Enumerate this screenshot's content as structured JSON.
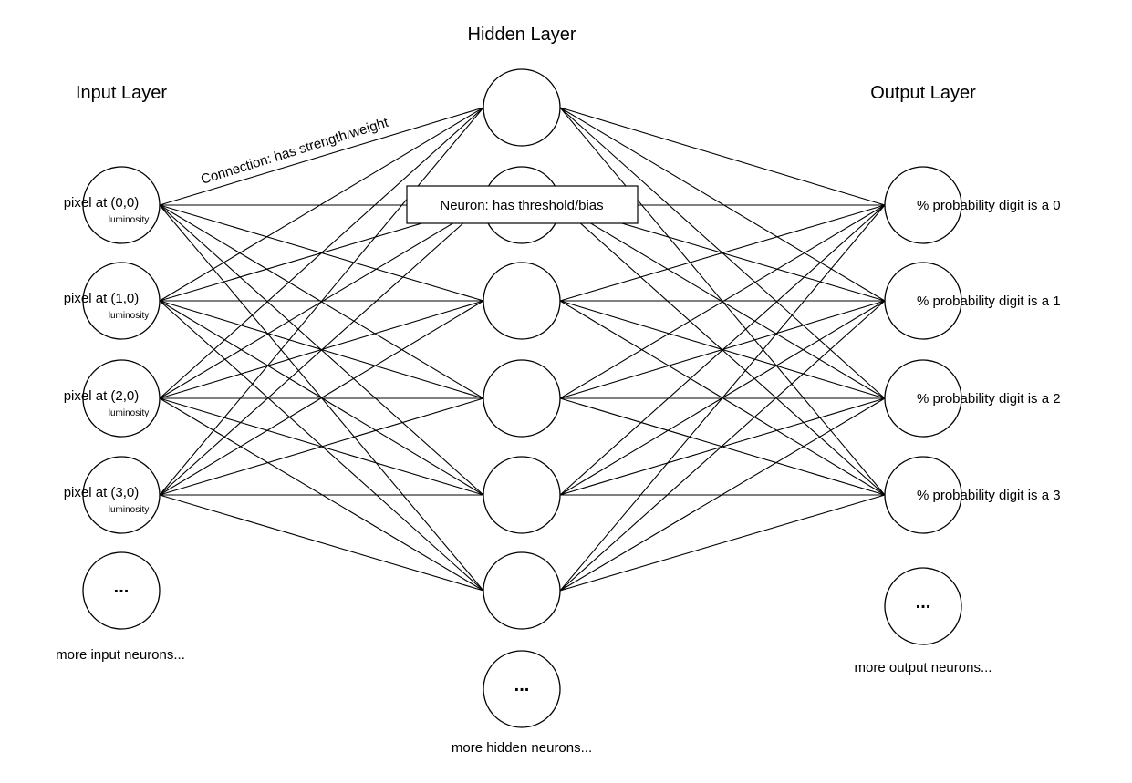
{
  "titles": {
    "input": "Input Layer",
    "hidden": "Hidden Layer",
    "output": "Output Layer"
  },
  "input_neurons": [
    {
      "label": "pixel at (0,0)",
      "sublabel": "luminosity"
    },
    {
      "label": "pixel at (1,0)",
      "sublabel": "luminosity"
    },
    {
      "label": "pixel at (2,0)",
      "sublabel": "luminosity"
    },
    {
      "label": "pixel at (3,0)",
      "sublabel": "luminosity"
    }
  ],
  "output_neurons": [
    {
      "label": "% probability digit is a 0"
    },
    {
      "label": "% probability digit is a 1"
    },
    {
      "label": "% probability digit is a 2"
    },
    {
      "label": "% probability digit is a 3"
    }
  ],
  "ellipsis": "...",
  "more": {
    "input": "more input neurons...",
    "hidden": "more hidden neurons...",
    "output": "more output neurons..."
  },
  "annotations": {
    "connection": "Connection: has strength/weight",
    "neuron": "Neuron: has threshold/bias"
  }
}
